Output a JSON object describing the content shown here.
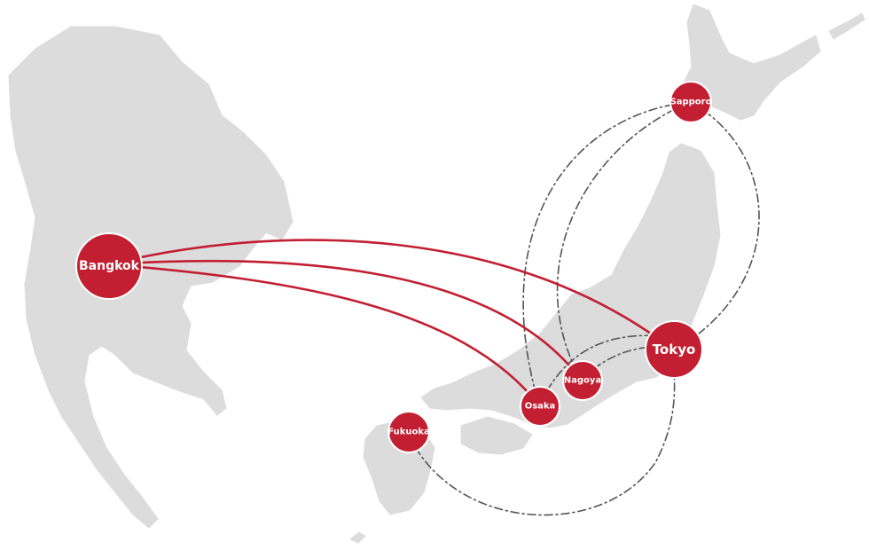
{
  "colors": {
    "land": "#dcdcdc",
    "route_international": "#c21f32",
    "route_domestic": "#555555",
    "city_marker": "#c21f32",
    "city_text": "#ffffff"
  },
  "cities": {
    "bangkok": "Bangkok",
    "tokyo": "Tokyo",
    "osaka": "Osaka",
    "nagoya": "Nagoya",
    "sapporo": "Sapporo",
    "fukuoka": "Fukuoka"
  },
  "routes_international": [
    {
      "from": "Bangkok",
      "to": "Tokyo"
    },
    {
      "from": "Bangkok",
      "to": "Nagoya"
    },
    {
      "from": "Bangkok",
      "to": "Osaka"
    }
  ],
  "routes_domestic": [
    {
      "from": "Sapporo",
      "to": "Osaka"
    },
    {
      "from": "Sapporo",
      "to": "Nagoya"
    },
    {
      "from": "Sapporo",
      "to": "Tokyo"
    },
    {
      "from": "Osaka",
      "to": "Tokyo"
    },
    {
      "from": "Nagoya",
      "to": "Tokyo"
    },
    {
      "from": "Fukuoka",
      "to": "Tokyo"
    }
  ]
}
